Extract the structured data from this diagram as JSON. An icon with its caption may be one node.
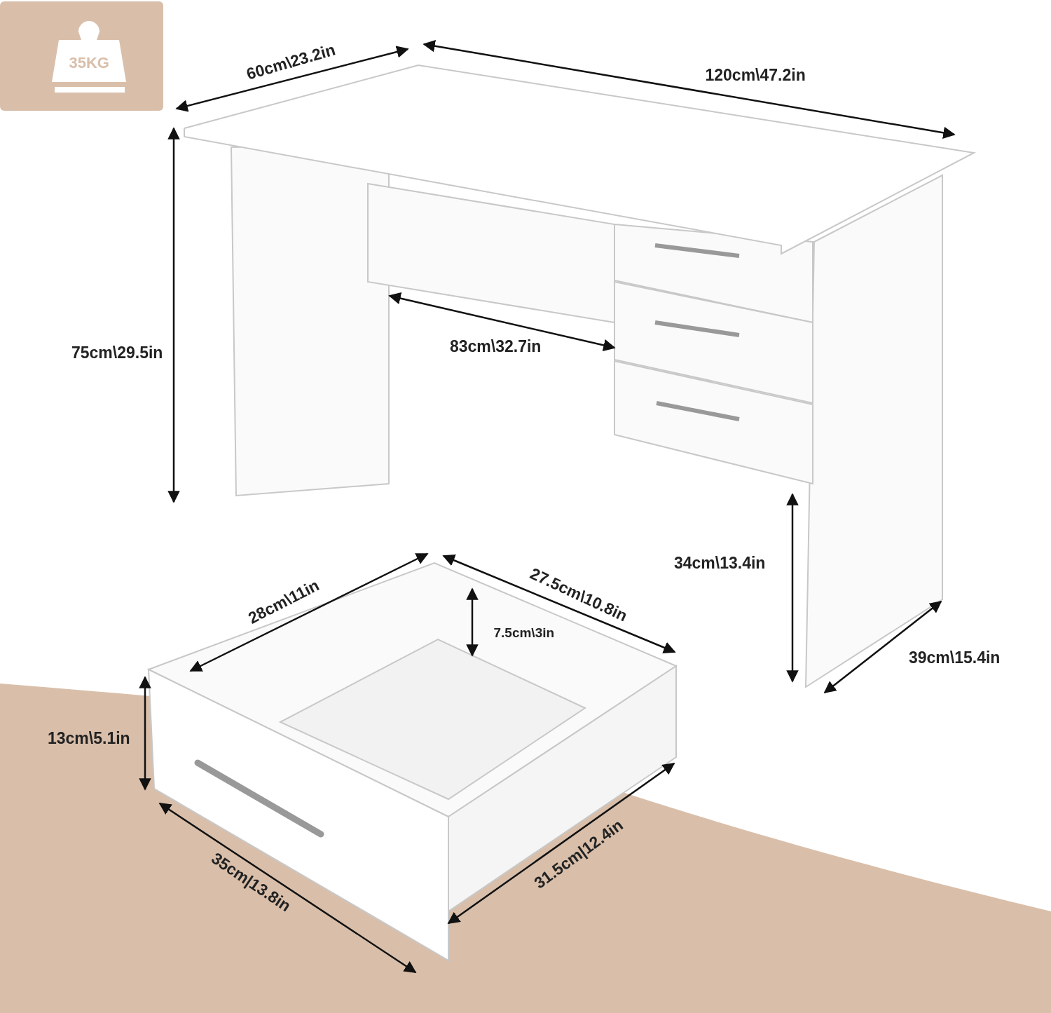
{
  "diagram": {
    "labels": [
      "35KG",
      "60cm\\23.2in",
      "120cm\\47.2in",
      "75cm\\29.5in",
      "83cm\\32.7in",
      "34cm\\13.4in",
      "28cm\\11in",
      "27.5cm\\10.8in",
      "7.5cm\\3in",
      "39cm\\15.4in",
      "13cm\\5.1in",
      "35cm|13.8in",
      "31.5cm|12.4in"
    ]
  }
}
